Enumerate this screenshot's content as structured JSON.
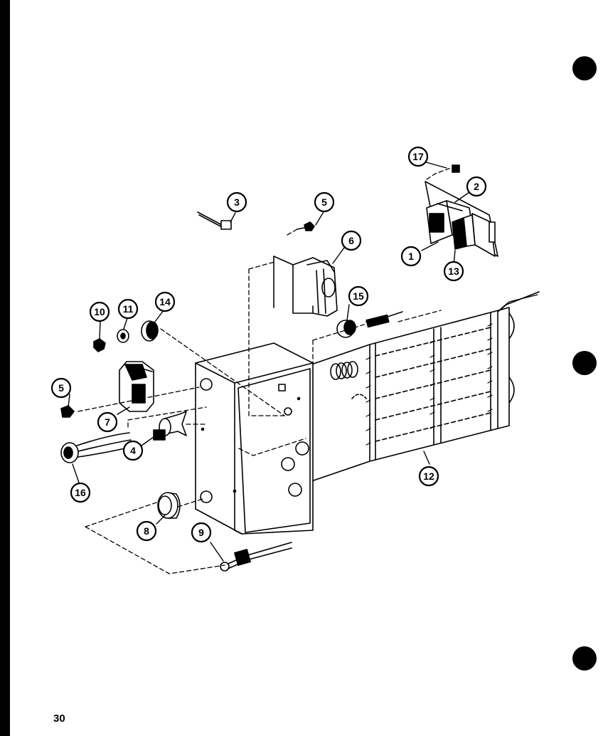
{
  "page": {
    "number": "30"
  },
  "callouts": [
    {
      "id": "c1",
      "label": "1"
    },
    {
      "id": "c2",
      "label": "2"
    },
    {
      "id": "c3",
      "label": "3"
    },
    {
      "id": "c4",
      "label": "4"
    },
    {
      "id": "c5a",
      "label": "5"
    },
    {
      "id": "c5b",
      "label": "5"
    },
    {
      "id": "c6",
      "label": "6"
    },
    {
      "id": "c7",
      "label": "7"
    },
    {
      "id": "c8",
      "label": "8"
    },
    {
      "id": "c9",
      "label": "9"
    },
    {
      "id": "c10",
      "label": "10"
    },
    {
      "id": "c11",
      "label": "11"
    },
    {
      "id": "c12",
      "label": "12"
    },
    {
      "id": "c13",
      "label": "13"
    },
    {
      "id": "c14",
      "label": "14"
    },
    {
      "id": "c15",
      "label": "15"
    },
    {
      "id": "c16",
      "label": "16"
    },
    {
      "id": "c17",
      "label": "17"
    }
  ]
}
